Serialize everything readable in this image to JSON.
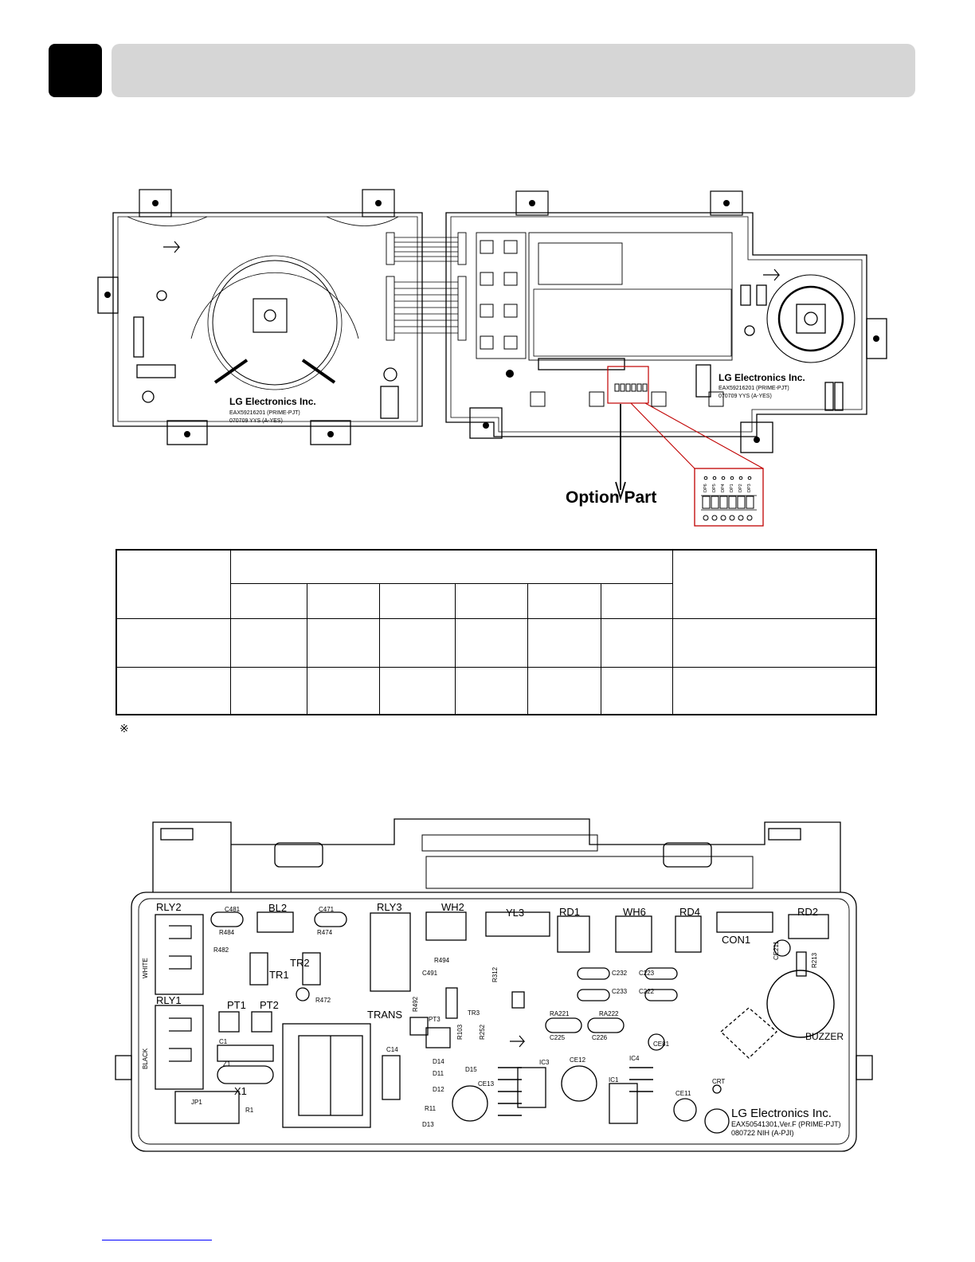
{
  "board1": {
    "brand": "LG Electronics Inc.",
    "part_code": "EAX59216201 (PRIME-PJT)",
    "date_code": "070709 YYS (A-YES)"
  },
  "option": {
    "callout": "Option Part",
    "switches": [
      "DP6",
      "DP5",
      "DP4",
      "DP1",
      "DP2",
      "DP3"
    ]
  },
  "note_mark": "※",
  "board2": {
    "labels": {
      "rly2": "RLY2",
      "rly1": "RLY1",
      "rly3": "RLY3",
      "bl2": "BL2",
      "tr1": "TR1",
      "tr2": "TR2",
      "pt1": "PT1",
      "pt2": "PT2",
      "x1": "X1",
      "trans": "TRANS",
      "wh2": "WH2",
      "yl3": "YL3",
      "rd1": "RD1",
      "wh6": "WH6",
      "rd4": "RD4",
      "con1": "CON1",
      "rd2": "RD2",
      "buzzer": "BUZZER",
      "white": "WHITE",
      "black": "BLACK",
      "c481": "C481",
      "c471": "C471",
      "r484": "R484",
      "r474": "R474",
      "r482": "R482",
      "r472": "R472",
      "c1": "C1",
      "z1": "Z1",
      "r1": "R1",
      "jp1": "JP1",
      "c14": "C14",
      "d14": "D14",
      "d11": "D11",
      "d12": "D12",
      "d15": "D15",
      "r11": "R11",
      "d13": "D13",
      "ce13": "CE13",
      "ce12": "CE12",
      "ce11": "CE11",
      "ic3": "IC3",
      "ic1": "IC1",
      "c232": "C232",
      "c233": "C233",
      "c223": "C223",
      "c222": "C222",
      "c225": "C225",
      "c226": "C226",
      "ra221": "RA221",
      "ra222": "RA222",
      "ce81": "CE81",
      "ce211": "CE211",
      "crt": "CRT",
      "r494": "R494",
      "c491": "C491",
      "pt3": "PT3",
      "tr3": "TR3",
      "r103": "R103",
      "r252": "R252",
      "r312": "R312",
      "r492": "R492",
      "ic4": "IC4",
      "r213": "R213"
    },
    "brand": "LG Electronics Inc.",
    "part_code": "EAX50541301,Ver.F (PRIME-PJT)",
    "date_code": "080722 NIH (A-PJI)"
  }
}
